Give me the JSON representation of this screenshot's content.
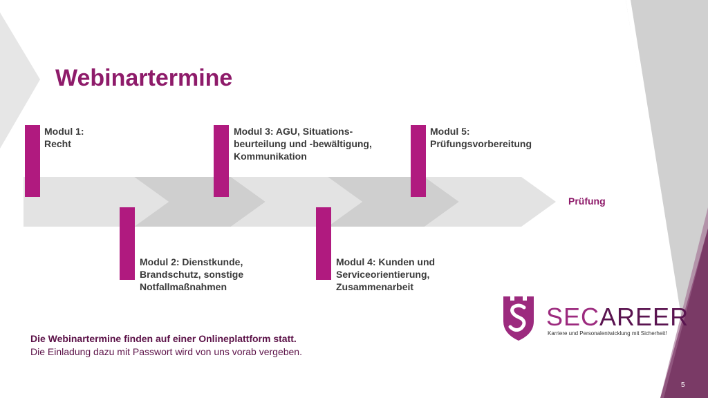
{
  "slide": {
    "title": "Webinartermine",
    "page_number": "5"
  },
  "modules": [
    {
      "label_line1": "Modul 1:",
      "label_line2": "Recht",
      "label_line3": ""
    },
    {
      "label_line1": "Modul 2: Dienstkunde,",
      "label_line2": "Brandschutz, sonstige",
      "label_line3": "Notfallmaßnahmen"
    },
    {
      "label_line1": "Modul 3: AGU, Situations-",
      "label_line2": "beurteilung und -bewältigung,",
      "label_line3": "Kommunikation"
    },
    {
      "label_line1": "Modul 4: Kunden und",
      "label_line2": "Serviceorientierung,",
      "label_line3": "Zusammenarbeit"
    },
    {
      "label_line1": "Modul 5:",
      "label_line2": "Prüfungsvorbereitung",
      "label_line3": ""
    }
  ],
  "final_step": "Prüfung",
  "note": {
    "line1": "Die Webinartermine finden auf einer Onlineplattform statt.",
    "line2": "Die Einladung dazu mit Passwort wird von uns vorab vergeben."
  },
  "logo": {
    "prefix": "SEC",
    "suffix": "AREER",
    "tagline": "Karriere und Personalentwicklung mit Sicherheit!"
  },
  "colors": {
    "accent": "#b01a7f",
    "title": "#8e1b6a",
    "arrow_light": "#e3e3e3",
    "arrow_mid": "#cfcfcf",
    "deco_purple": "#7a3a66"
  }
}
